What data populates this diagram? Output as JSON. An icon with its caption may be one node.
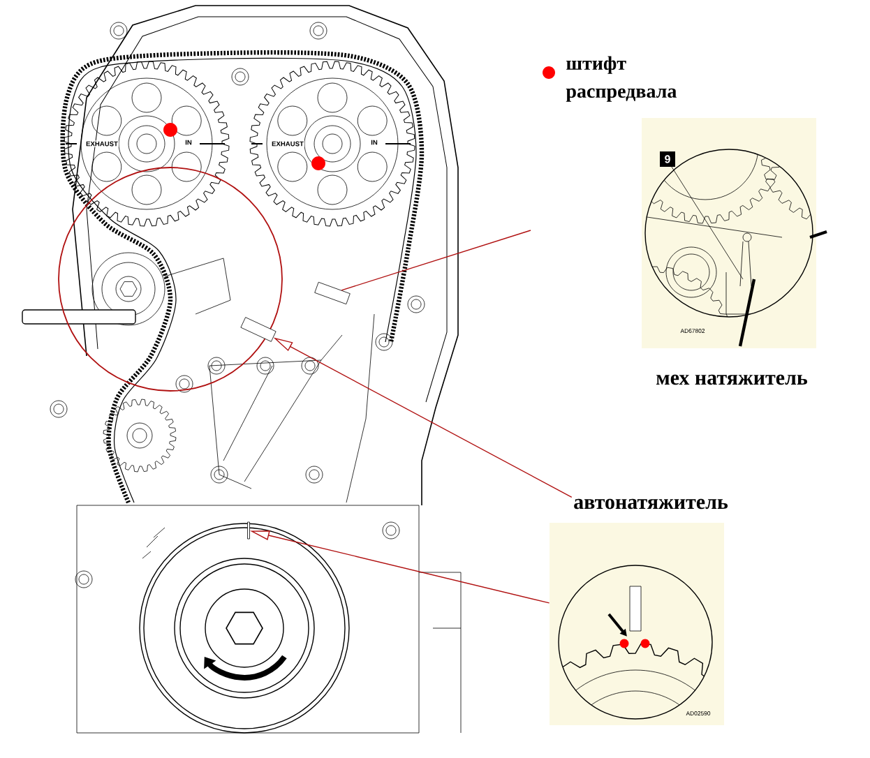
{
  "diagram": {
    "nodes": [
      {
        "text": [
          "9",
          "AD67802",
          "мех натяжитель"
        ]
      },
      {
        "text": [
          "автонатяжитель"
        ]
      },
      {
        "text": [
          "AD02590"
        ]
      },
      {
        "text": [],
        "shape": "box"
      },
      {
        "text": [],
        "shape": "box"
      },
      {
        "text": [],
        "shape": "bar"
      }
    ],
    "edges": [
      {
        "from": 3,
        "to": null,
        "arrow": "none"
      },
      {
        "from": 1,
        "to": 4,
        "arrow": "to"
      },
      {
        "from": 2,
        "to": 5,
        "arrow": "to"
      }
    ],
    "labels": [
      "EXHAUST",
      "IN",
      "EXHAUST",
      "IN"
    ],
    "legend": [
      {
        "text": "штифт распредвала",
        "color": "#ff0000"
      }
    ]
  }
}
